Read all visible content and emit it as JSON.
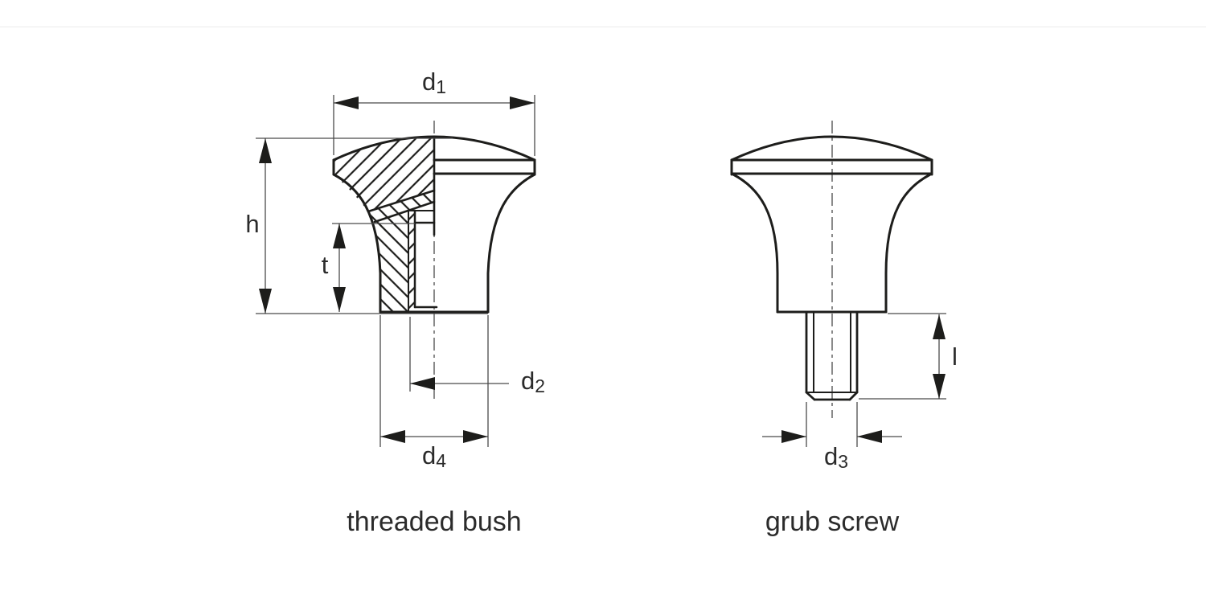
{
  "drawing": {
    "type": "engineering-drawing",
    "subject": "mushroom knob components",
    "views": {
      "left": {
        "caption": "threaded bush",
        "style": "half-section view with hatching",
        "dims": {
          "d1": {
            "base": "d",
            "sub": "1"
          },
          "h": {
            "base": "h",
            "sub": ""
          },
          "t": {
            "base": "t",
            "sub": ""
          },
          "d2": {
            "base": "d",
            "sub": "2"
          },
          "d4": {
            "base": "d",
            "sub": "4"
          }
        }
      },
      "right": {
        "caption": "grub screw",
        "style": "outside view with threaded stud",
        "dims": {
          "l": {
            "base": "l",
            "sub": ""
          },
          "d3": {
            "base": "d",
            "sub": "3"
          }
        }
      }
    },
    "colors": {
      "background": "#ffffff",
      "outline": "#1d1d1b",
      "thin_line": "#4a4a4a",
      "text": "#2b2b2b",
      "top_divider": "#ececec"
    }
  }
}
